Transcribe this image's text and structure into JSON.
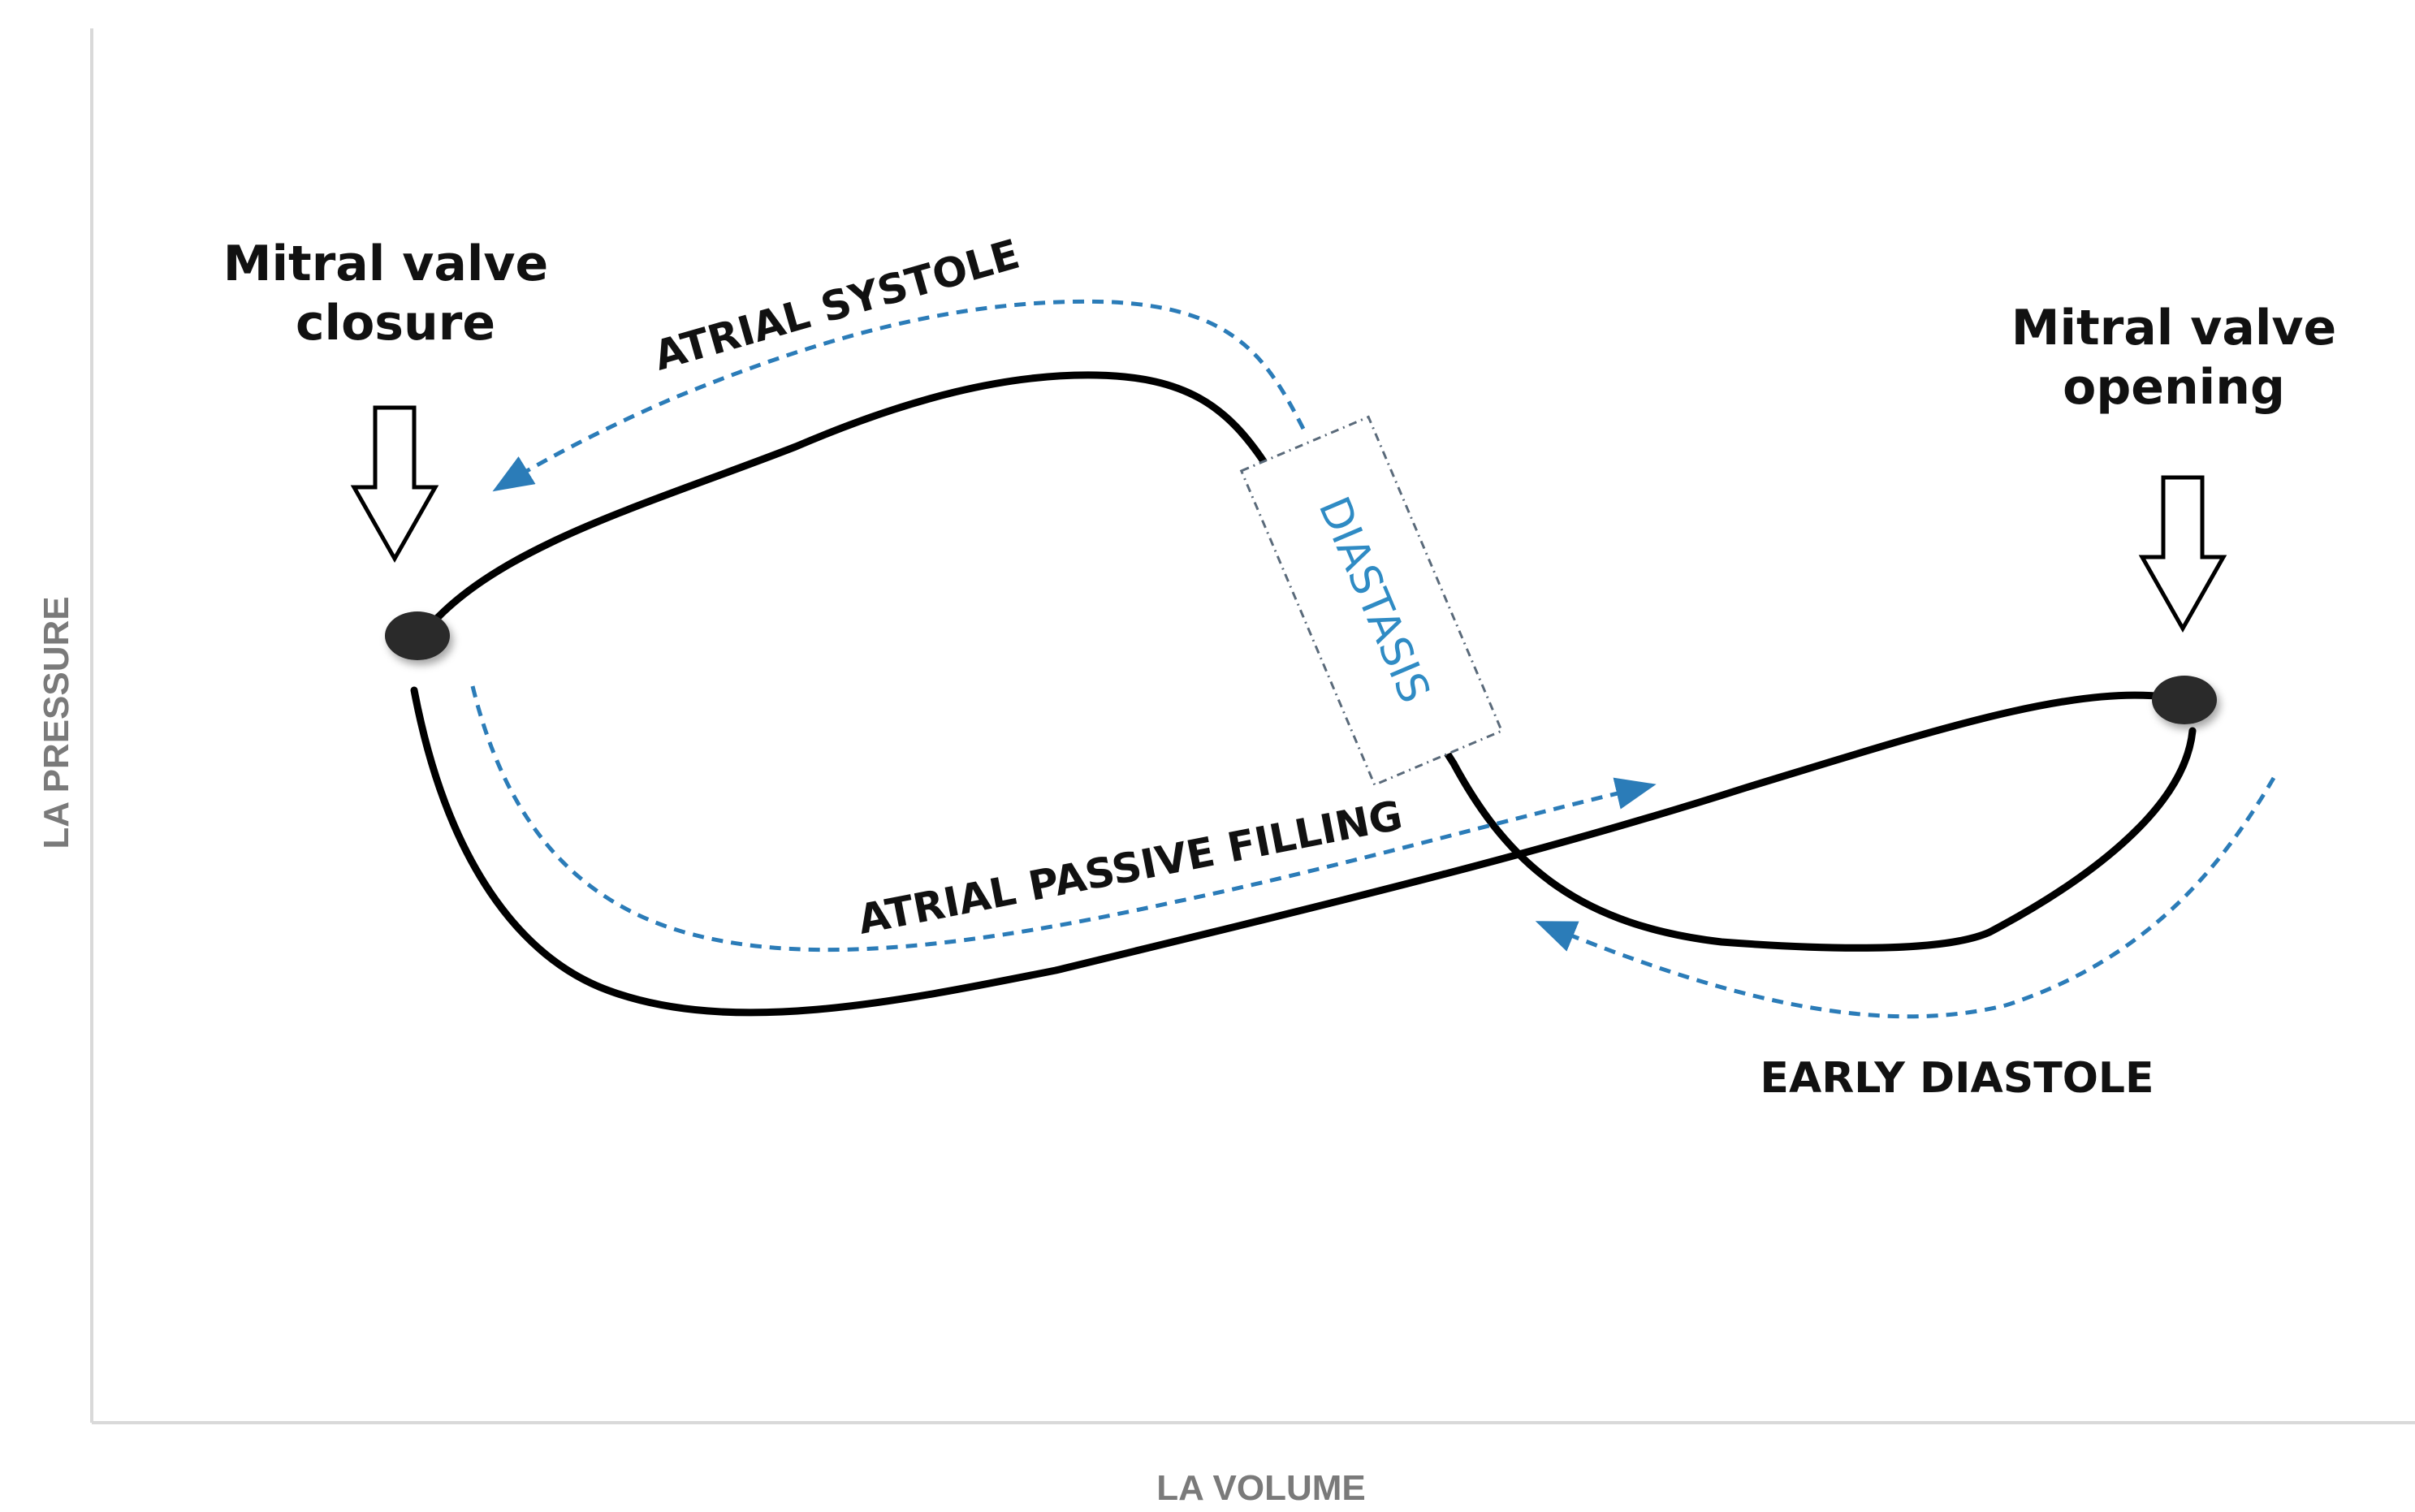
{
  "axes": {
    "x_title": "LA VOLUME",
    "y_title": "LA PRESSURE"
  },
  "events": {
    "closure_line1": "Mitral valve",
    "closure_line2": "closure",
    "opening_line1": "Mitral valve",
    "opening_line2": "opening"
  },
  "phases": {
    "atrial_systole": "ATRIAL SYSTOLE",
    "diastasis": "DIASTASIS",
    "passive_filling": "ATRIAL PASSIVE FILLING",
    "early_diastole": "EARLY DIASTOLE"
  },
  "colors": {
    "loop": "#000000",
    "phase_arrow": "#2b7cb8",
    "diastasis_text": "#2f8bc4",
    "axis": "#d9d9d9",
    "axis_title": "#7a7a7a",
    "valve_point": "#2c2c2c"
  }
}
